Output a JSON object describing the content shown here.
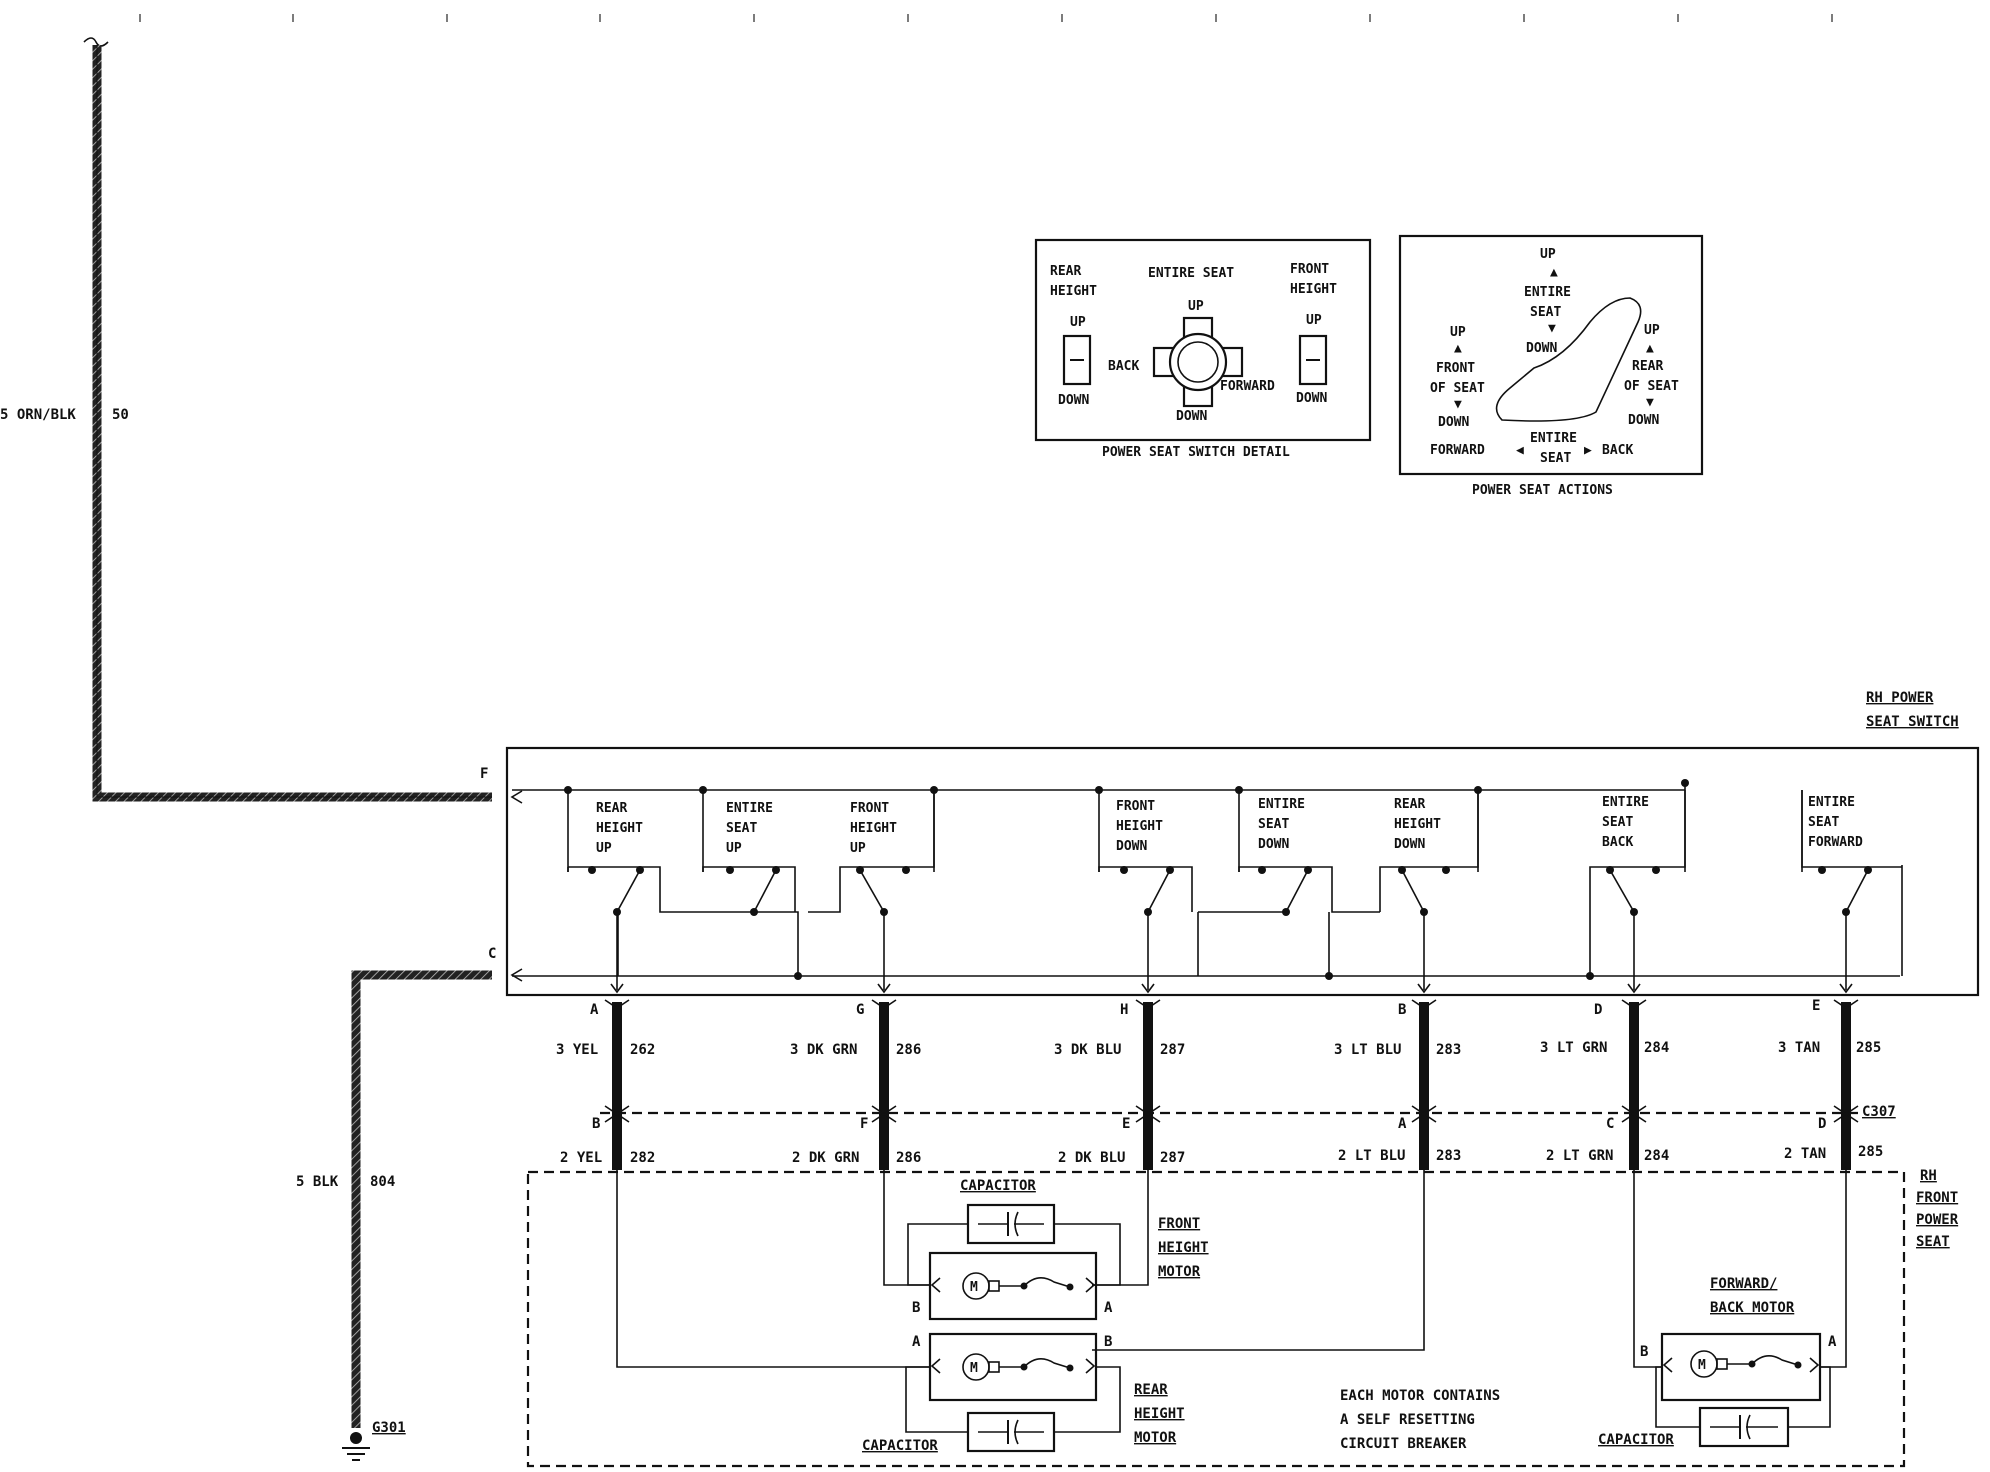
{
  "feed": {
    "wire": "5 ORN/BLK",
    "circuit": "50"
  },
  "ground": {
    "wire": "5 BLK",
    "circuit": "804",
    "point": "G301"
  },
  "switch": {
    "title_lines": [
      "RH POWER",
      "SEAT SWITCH"
    ],
    "terminal_f": "F",
    "terminal_c": "C",
    "sections": [
      [
        "REAR",
        "HEIGHT",
        "UP"
      ],
      [
        "ENTIRE",
        "SEAT",
        "UP"
      ],
      [
        "FRONT",
        "HEIGHT",
        "UP"
      ],
      [
        "FRONT",
        "HEIGHT",
        "DOWN"
      ],
      [
        "ENTIRE",
        "SEAT",
        "DOWN"
      ],
      [
        "REAR",
        "HEIGHT",
        "DOWN"
      ],
      [
        "ENTIRE",
        "SEAT",
        "BACK"
      ],
      [
        "ENTIRE",
        "SEAT",
        "FORWARD"
      ]
    ]
  },
  "wires_upper": [
    {
      "pin": "A",
      "color": "3 YEL",
      "circuit": "262"
    },
    {
      "pin": "G",
      "color": "3 DK GRN",
      "circuit": "286"
    },
    {
      "pin": "H",
      "color": "3 DK BLU",
      "circuit": "287"
    },
    {
      "pin": "B",
      "color": "3 LT BLU",
      "circuit": "283"
    },
    {
      "pin": "D",
      "color": "3 LT GRN",
      "circuit": "284"
    },
    {
      "pin": "E",
      "color": "3 TAN",
      "circuit": "285"
    }
  ],
  "wires_lower": [
    {
      "pin": "B",
      "color": "2 YEL",
      "circuit": "282"
    },
    {
      "pin": "F",
      "color": "2 DK GRN",
      "circuit": "286"
    },
    {
      "pin": "E",
      "color": "2 DK BLU",
      "circuit": "287"
    },
    {
      "pin": "A",
      "color": "2 LT BLU",
      "circuit": "283"
    },
    {
      "pin": "C",
      "color": "2 LT GRN",
      "circuit": "284"
    },
    {
      "pin": "D",
      "color": "2 TAN",
      "circuit": "285"
    }
  ],
  "connector": "C307",
  "seat": {
    "title_lines": [
      "RH",
      "FRONT",
      "POWER",
      "SEAT"
    ],
    "capacitor": "CAPACITOR",
    "motor_symbol": "M",
    "pin_a": "A",
    "pin_b": "B",
    "front_motor_lines": [
      "FRONT",
      "HEIGHT",
      "MOTOR"
    ],
    "rear_motor_lines": [
      "REAR",
      "HEIGHT",
      "MOTOR"
    ],
    "fwd_motor_lines": [
      "FORWARD/",
      "BACK MOTOR"
    ],
    "note_lines": [
      "EACH MOTOR CONTAINS",
      "A SELF RESETTING",
      "CIRCUIT BREAKER"
    ]
  },
  "detail": {
    "caption": "POWER SEAT SWITCH DETAIL",
    "rear_height": [
      "REAR",
      "HEIGHT"
    ],
    "entire_seat": "ENTIRE SEAT",
    "front_height": [
      "FRONT",
      "HEIGHT"
    ],
    "up": "UP",
    "down": "DOWN",
    "back": "BACK",
    "forward": "FORWARD"
  },
  "actions": {
    "caption": "POWER SEAT ACTIONS",
    "up": "UP",
    "down": "DOWN",
    "entire_seat": [
      "ENTIRE",
      "SEAT"
    ],
    "front_of_seat": [
      "FRONT",
      "OF SEAT"
    ],
    "rear_of_seat": [
      "REAR",
      "OF SEAT"
    ],
    "forward": "FORWARD",
    "back": "BACK"
  }
}
